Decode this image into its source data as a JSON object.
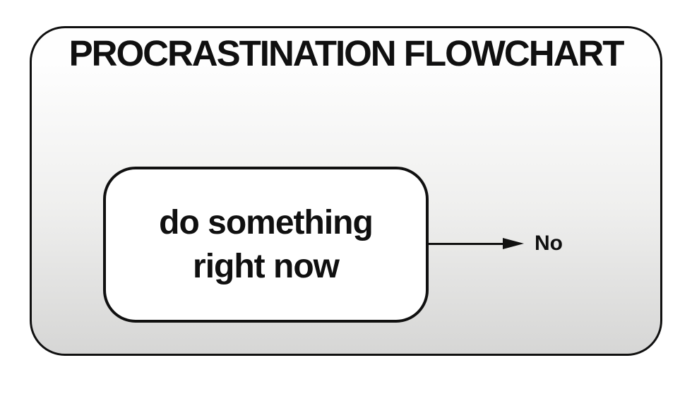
{
  "flowchart": {
    "title": "PROCRASTINATION FLOWCHART",
    "nodes": [
      {
        "id": "task",
        "label": "do something\nright now",
        "shape": "rounded-rectangle"
      }
    ],
    "edges": [
      {
        "from": "task",
        "direction": "right",
        "label": "No"
      }
    ]
  },
  "colors": {
    "ink": "#101010",
    "node_fill": "#ffffff",
    "panel_top": "#fefefe",
    "panel_mid": "#efefee",
    "panel_bottom": "#d6d6d5",
    "page_bg": "#ffffff"
  }
}
